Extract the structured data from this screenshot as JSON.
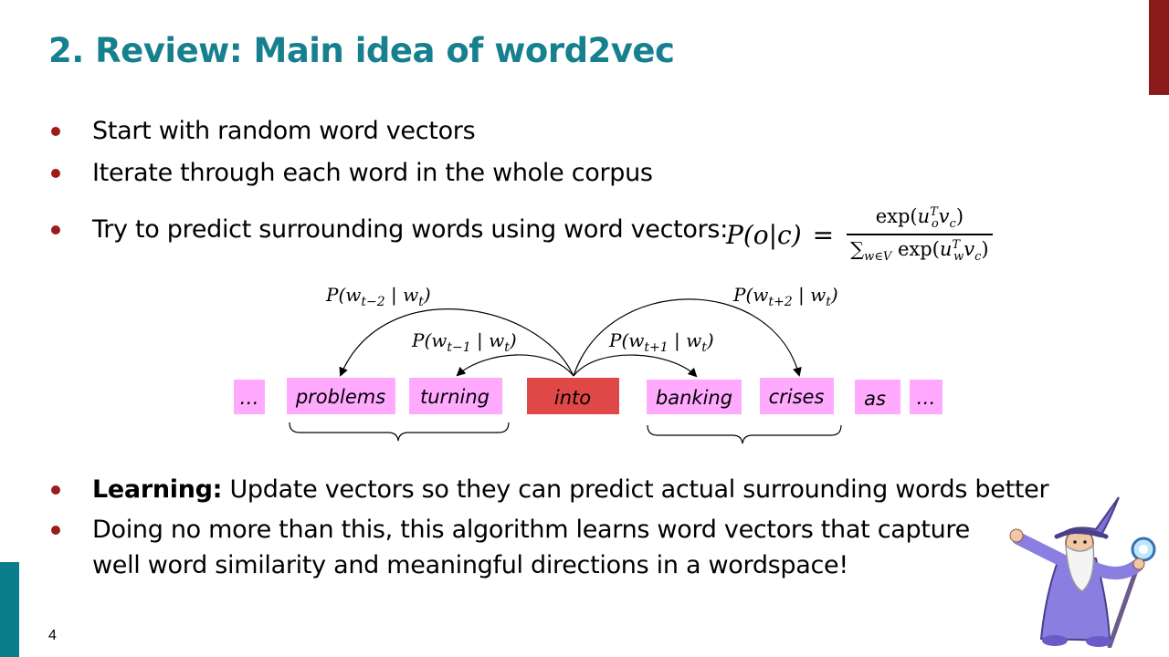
{
  "slide": {
    "title": "2. Review: Main idea of word2vec",
    "slide_number": "4"
  },
  "bullets": [
    {
      "text": "Start with random word vectors"
    },
    {
      "text": "Iterate through each word in the whole corpus"
    },
    {
      "text": "Try to predict surrounding words using word vectors: "
    },
    {
      "bold": "Learning:",
      "text": " Update vectors so they can predict actual surrounding words better"
    },
    {
      "text": "Doing no more than this, this algorithm learns word vectors that capture",
      "line2": "well word similarity and meaningful directions in a wordspace!"
    }
  ],
  "formula": {
    "lhs": "P(o|c)",
    "eq": "=",
    "num_prefix": "exp(",
    "num_u": "u",
    "num_sub": "o",
    "num_sup": "T",
    "num_v": "v",
    "num_vsub": "c",
    "num_close": ")",
    "den_sum": "∑",
    "den_sumsub": "w∈V",
    "den_prefix": " exp(",
    "den_u": "u",
    "den_sub": "w",
    "den_sup": "T",
    "den_v": "v",
    "den_vsub": "c",
    "den_close": ")"
  },
  "diagram": {
    "words": [
      "…",
      "problems",
      "turning",
      "into",
      "banking",
      "crises",
      "as",
      "…"
    ],
    "probs": {
      "t_minus_2": {
        "pre": "P(w",
        "sub": "t−2",
        "post": " | w",
        "sub2": "t",
        "close": ")"
      },
      "t_minus_1": {
        "pre": "P(w",
        "sub": "t−1",
        "post": " | w",
        "sub2": "t",
        "close": ")"
      },
      "t_plus_1": {
        "pre": "P(w",
        "sub": "t+1",
        "post": " | w",
        "sub2": "t",
        "close": ")"
      },
      "t_plus_2": {
        "pre": "P(w",
        "sub": "t+2",
        "post": " | w",
        "sub2": "t",
        "close": ")"
      }
    },
    "colors": {
      "context": "#ffaaff",
      "center": "#e04848"
    }
  }
}
